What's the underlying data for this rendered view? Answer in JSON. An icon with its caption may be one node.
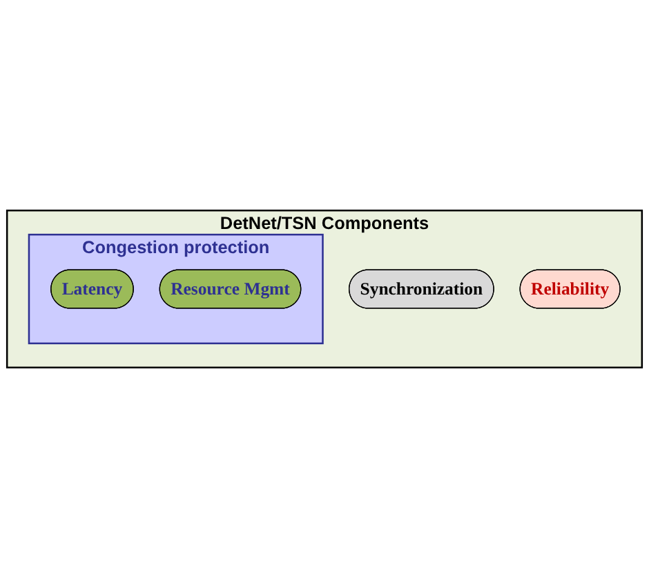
{
  "diagram": {
    "nodes": [
      {
        "text": [
          "DetNet/TSN Components"
        ]
      },
      {
        "text": [
          "Synchronization"
        ],
        "in": 0
      },
      {
        "text": [
          "Reliability"
        ],
        "in": 0
      },
      {
        "text": [
          "Congestion protection"
        ],
        "in": 0
      },
      {
        "text": [
          "Latency"
        ],
        "in": 3
      },
      {
        "text": [
          "Resource Mgmt"
        ],
        "in": 3
      }
    ]
  }
}
